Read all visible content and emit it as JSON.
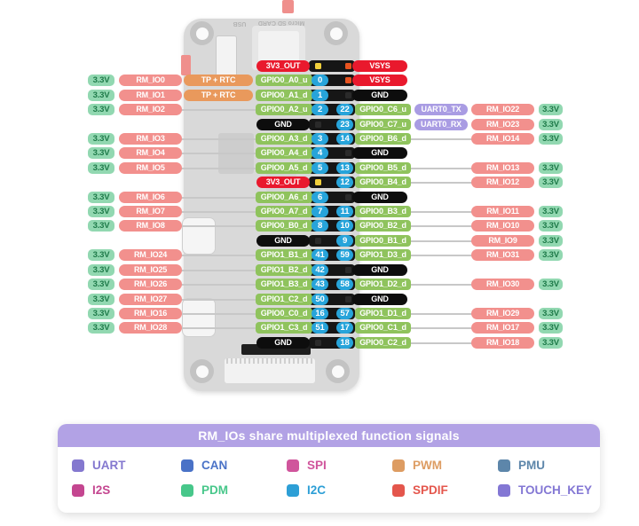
{
  "board": {
    "silkscreen_top": "Micro SD CARD",
    "silkscreen_usb": "USB"
  },
  "colors": {
    "pin_gpio": "#4aaf3c",
    "pin_power_left": "#f0d03c",
    "pin_power_right": "#e8531f",
    "pin_gnd": "#2a2a2a",
    "legend_header_bg": "#b2a2e5",
    "badge_v33_bg": "#92d8b1",
    "badge_rm_bg": "#f2908d",
    "badge_gpio_bg": "#8fc35d",
    "badge_num_bg": "#27a4da",
    "badge_power_bg": "#e9192d",
    "badge_uart_bg": "#a99ce3",
    "badge_fn_bg": "#e9995c"
  },
  "pinout": {
    "rows": [
      {
        "l": {
          "lbl": "3V3_OUT",
          "t": "pwr"
        },
        "r": {
          "lbl": "VSYS",
          "t": "pwr"
        }
      },
      {
        "l": {
          "v": "3.3V",
          "rm": "RM_IO0",
          "fn": "TP + RTC",
          "lbl": "GPIO0_A0_u",
          "t": "gpio",
          "pin": "0"
        },
        "r": {
          "lbl": "VSYS",
          "t": "pwr"
        }
      },
      {
        "l": {
          "v": "3.3V",
          "rm": "RM_IO1",
          "fn": "TP + RTC",
          "lbl": "GPIO0_A1_d",
          "t": "gpio",
          "pin": "1"
        },
        "r": {
          "lbl": "GND",
          "t": "gnd"
        }
      },
      {
        "l": {
          "v": "3.3V",
          "rm": "RM_IO2",
          "lbl": "GPIO0_A2_u",
          "t": "gpio",
          "pin": "2"
        },
        "r": {
          "pin": "22",
          "lbl": "GPIO0_C6_u",
          "t": "gpio",
          "fn": "UART0_TX",
          "rm": "RM_IO22",
          "v": "3.3V"
        }
      },
      {
        "l": {
          "lbl": "GND",
          "t": "gnd"
        },
        "r": {
          "pin": "23",
          "lbl": "GPIO0_C7_u",
          "t": "gpio",
          "fn": "UART0_RX",
          "rm": "RM_IO23",
          "v": "3.3V"
        }
      },
      {
        "l": {
          "v": "3.3V",
          "rm": "RM_IO3",
          "lbl": "GPIO0_A3_d",
          "t": "gpio",
          "pin": "3"
        },
        "r": {
          "pin": "14",
          "lbl": "GPIO0_B6_d",
          "t": "gpio",
          "rm": "RM_IO14",
          "v": "3.3V"
        }
      },
      {
        "l": {
          "v": "3.3V",
          "rm": "RM_IO4",
          "lbl": "GPIO0_A4_d",
          "t": "gpio",
          "pin": "4"
        },
        "r": {
          "lbl": "GND",
          "t": "gnd"
        }
      },
      {
        "l": {
          "v": "3.3V",
          "rm": "RM_IO5",
          "lbl": "GPIO0_A5_d",
          "t": "gpio",
          "pin": "5"
        },
        "r": {
          "pin": "13",
          "lbl": "GPIO0_B5_d",
          "t": "gpio",
          "rm": "RM_IO13",
          "v": "3.3V"
        }
      },
      {
        "l": {
          "lbl": "3V3_OUT",
          "t": "pwr"
        },
        "r": {
          "pin": "12",
          "lbl": "GPIO0_B4_d",
          "t": "gpio",
          "rm": "RM_IO12",
          "v": "3.3V"
        }
      },
      {
        "l": {
          "v": "3.3V",
          "rm": "RM_IO6",
          "lbl": "GPIO0_A6_d",
          "t": "gpio",
          "pin": "6"
        },
        "r": {
          "lbl": "GND",
          "t": "gnd"
        }
      },
      {
        "l": {
          "v": "3.3V",
          "rm": "RM_IO7",
          "lbl": "GPIO0_A7_d",
          "t": "gpio",
          "pin": "7"
        },
        "r": {
          "pin": "11",
          "lbl": "GPIO0_B3_d",
          "t": "gpio",
          "rm": "RM_IO11",
          "v": "3.3V"
        }
      },
      {
        "l": {
          "v": "3.3V",
          "rm": "RM_IO8",
          "lbl": "GPIO0_B0_d",
          "t": "gpio",
          "pin": "8"
        },
        "r": {
          "pin": "10",
          "lbl": "GPIO0_B2_d",
          "t": "gpio",
          "rm": "RM_IO10",
          "v": "3.3V"
        }
      },
      {
        "l": {
          "lbl": "GND",
          "t": "gnd"
        },
        "r": {
          "pin": "9",
          "lbl": "GPIO0_B1_d",
          "t": "gpio",
          "rm": "RM_IO9",
          "v": "3.3V"
        }
      },
      {
        "l": {
          "v": "3.3V",
          "rm": "RM_IO24",
          "lbl": "GPIO1_B1_d",
          "t": "gpio",
          "pin": "41"
        },
        "r": {
          "pin": "59",
          "lbl": "GPIO1_D3_d",
          "t": "gpio",
          "rm": "RM_IO31",
          "v": "3.3V"
        }
      },
      {
        "l": {
          "v": "3.3V",
          "rm": "RM_IO25",
          "lbl": "GPIO1_B2_d",
          "t": "gpio",
          "pin": "42"
        },
        "r": {
          "lbl": "GND",
          "t": "gnd"
        }
      },
      {
        "l": {
          "v": "3.3V",
          "rm": "RM_IO26",
          "lbl": "GPIO1_B3_d",
          "t": "gpio",
          "pin": "43"
        },
        "r": {
          "pin": "58",
          "lbl": "GPIO1_D2_d",
          "t": "gpio",
          "rm": "RM_IO30",
          "v": "3.3V"
        }
      },
      {
        "l": {
          "v": "3.3V",
          "rm": "RM_IO27",
          "lbl": "GPIO1_C2_d",
          "t": "gpio",
          "pin": "50"
        },
        "r": {
          "lbl": "GND",
          "t": "gnd"
        }
      },
      {
        "l": {
          "v": "3.3V",
          "rm": "RM_IO16",
          "lbl": "GPIO0_C0_d",
          "t": "gpio",
          "pin": "16"
        },
        "r": {
          "pin": "57",
          "lbl": "GPIO1_D1_d",
          "t": "gpio",
          "rm": "RM_IO29",
          "v": "3.3V"
        }
      },
      {
        "l": {
          "v": "3.3V",
          "rm": "RM_IO28",
          "lbl": "GPIO1_C3_d",
          "t": "gpio",
          "pin": "51"
        },
        "r": {
          "pin": "17",
          "lbl": "GPIO0_C1_d",
          "t": "gpio",
          "rm": "RM_IO17",
          "v": "3.3V"
        }
      },
      {
        "l": {
          "lbl": "GND",
          "t": "gnd"
        },
        "r": {
          "pin": "18",
          "lbl": "GPIO0_C2_d",
          "t": "gpio",
          "rm": "RM_IO18",
          "v": "3.3V"
        }
      }
    ]
  },
  "legend": {
    "title": "RM_IOs share multiplexed function signals",
    "items": [
      {
        "label": "UART",
        "color": "#8478cf"
      },
      {
        "label": "CAN",
        "color": "#4a72c7"
      },
      {
        "label": "SPI",
        "color": "#d0559c"
      },
      {
        "label": "PWM",
        "color": "#dd9c62"
      },
      {
        "label": "PMU",
        "color": "#5d86aa"
      },
      {
        "label": "I2S",
        "color": "#c44690"
      },
      {
        "label": "PDM",
        "color": "#47c78a"
      },
      {
        "label": "I2C",
        "color": "#2d9fd6"
      },
      {
        "label": "SPDIF",
        "color": "#e4564c"
      },
      {
        "label": "TOUCH_KEY",
        "color": "#8377d4"
      }
    ]
  }
}
